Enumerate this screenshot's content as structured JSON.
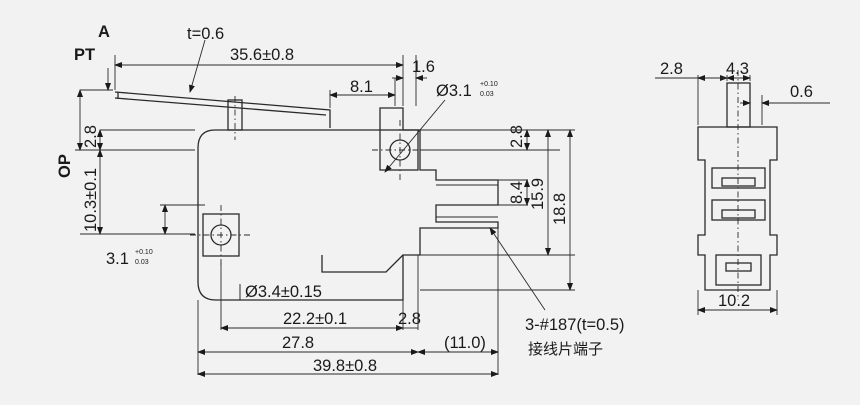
{
  "drawing": {
    "labels": {
      "thickness": "t=0.6",
      "A": "A",
      "PT": "PT",
      "OP": "OP",
      "lever_length": "35.6±0.8",
      "d_8_1": "8.1",
      "d_1_6": "1.6",
      "hole_dia": "Ø3.1",
      "hole_tol_upper": "+0.10",
      "hole_tol_lower": "0.03",
      "d_2_8_left": "2.8",
      "op_height": "10.3±0.1",
      "d_2_8_right": "2.8",
      "d_8_4": "8.4",
      "d_15_9": "15.9",
      "d_18_8": "18.8",
      "d_3_1_left": "3.1",
      "d_3_1_tol_upper": "+0.10",
      "d_3_1_tol_lower": "0.03",
      "mount_hole": "Ø3.4±0.15",
      "d_22_2": "22.2±0.1",
      "d_2_8_bottom": "2.8",
      "d_27_8": "27.8",
      "d_11_0": "(11.0)",
      "d_39_8": "39.8±0.8",
      "terminal_note": "3-#187(t=0.5)",
      "terminal_cn": "接线片端子",
      "side_2_8": "2.8",
      "side_4_3": "4.3",
      "side_0_6": "0.6",
      "side_10_2": "10.2"
    }
  }
}
